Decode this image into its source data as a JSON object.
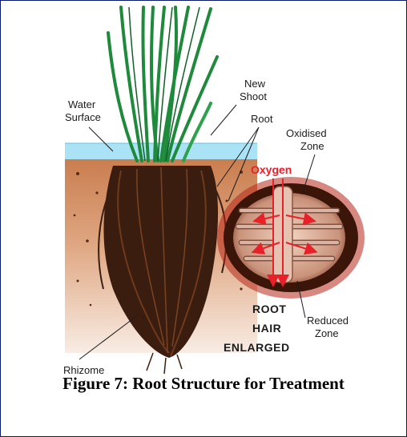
{
  "diagram": {
    "labels": {
      "water_surface": [
        "Water",
        "Surface"
      ],
      "new_shoot": [
        "New",
        "Shoot"
      ],
      "root": "Root",
      "oxidised_zone": [
        "Oxidised",
        "Zone"
      ],
      "oxygen": "Oxygen",
      "root_hair_enlarged": [
        "ROOT",
        "HAIR",
        "ENLARGED"
      ],
      "reduced_zone": [
        "Reduced",
        "Zone"
      ],
      "rhizome": "Rhizome"
    },
    "colors": {
      "water": "#a9e3f5",
      "soil_top": "#c97d4e",
      "soil_bottom": "#f6e6dc",
      "grass": "#1f8a3c",
      "roots": "#3b1d0f",
      "oxidised_zone": "#3a1508",
      "reduced_zone_rim": "#b5261a",
      "oxygen_arrows": "#e8202a"
    }
  },
  "caption": "Figure 7: Root Structure for Treatment"
}
